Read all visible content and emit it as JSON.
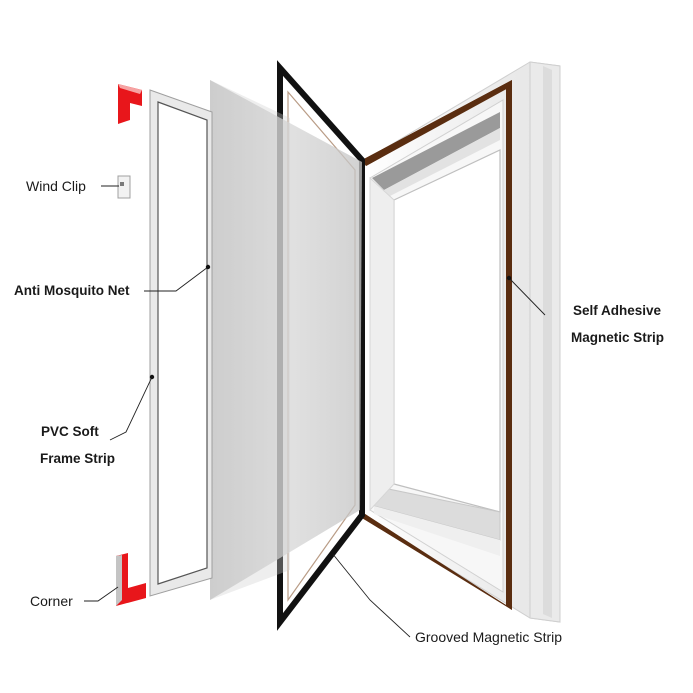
{
  "labels": {
    "wind_clip": "Wind Clip",
    "anti_mosquito_net": "Anti Mosquito Net",
    "pvc_soft_line1": "PVC Soft",
    "pvc_soft_line2": "Frame Strip",
    "corner": "Corner",
    "self_adhesive_line1": "Self Adhesive",
    "self_adhesive_line2": "Magnetic Strip",
    "grooved_magnetic_strip": "Grooved Magnetic Strip"
  },
  "colors": {
    "corner_red": "#e8161b",
    "magnetic_brown": "#5a2d10",
    "grooved_black": "#111111",
    "frame_white": "#f4f4f4",
    "net_gray": "#c9c9c9"
  }
}
